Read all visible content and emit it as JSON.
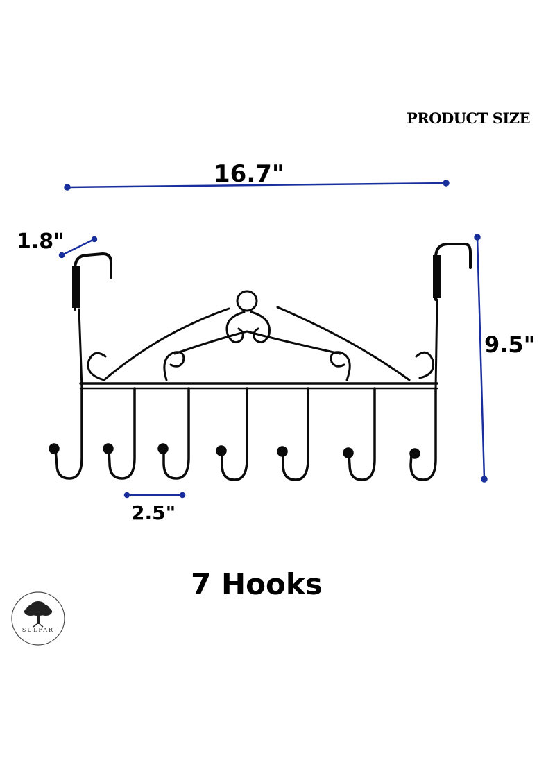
{
  "header": {
    "title": "PRODUCT SIZE"
  },
  "dimensions": {
    "width": "16.7\"",
    "depth": "1.8\"",
    "height": "9.5\"",
    "hook_spacing": "2.5\""
  },
  "caption": "7 Hooks",
  "logo": {
    "brand": "SULFAR",
    "icon": "tree-icon"
  },
  "colors": {
    "dimension_line": "#1a2f9e",
    "product": "#0a0a0a"
  }
}
